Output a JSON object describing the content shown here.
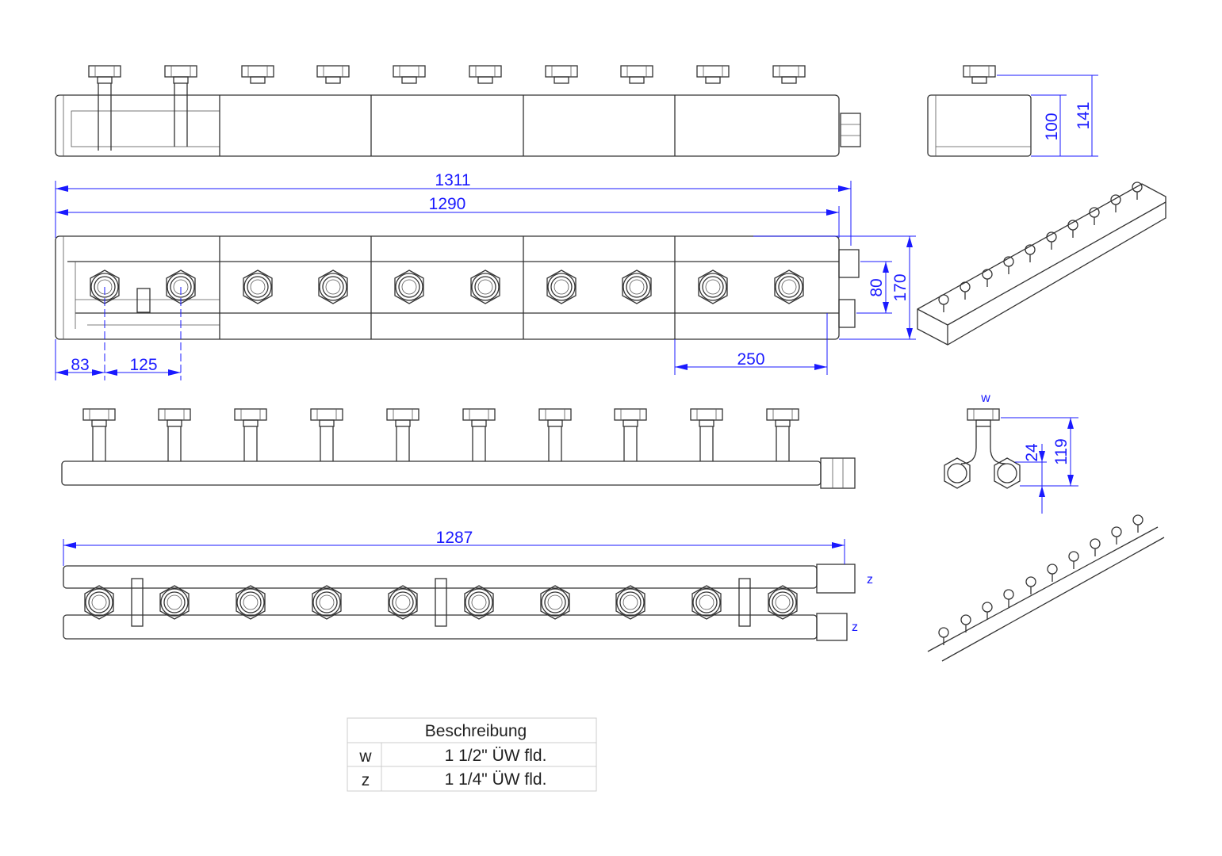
{
  "dimensions": {
    "top_side_height": "100",
    "top_side_total": "141",
    "overall_length": "1311",
    "body_length": "1290",
    "port_spacing_short": "80",
    "body_height": "170",
    "first_offset": "83",
    "outlet_pitch": "125",
    "section_length": "250",
    "w_offset": "24",
    "w_height": "119",
    "pipe_length": "1287"
  },
  "labels": {
    "w": "w",
    "z_top": "z",
    "z_bottom": "z"
  },
  "table": {
    "header": "Beschreibung",
    "rows": [
      {
        "key": "w",
        "value": "1 1/2\" ÜW fld."
      },
      {
        "key": "z",
        "value": "1 1/4\" ÜW fld."
      }
    ]
  },
  "colors": {
    "dimension": "#1a1aff",
    "outline": "#333333"
  }
}
